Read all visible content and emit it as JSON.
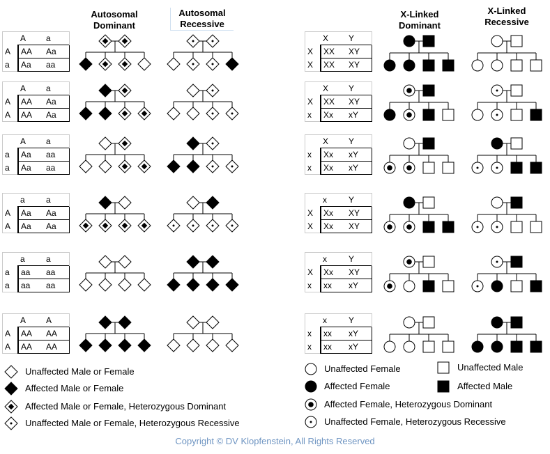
{
  "headers": {
    "autosomal_dominant": [
      "Autosomal",
      "Dominant"
    ],
    "autosomal_recessive": [
      "Autosomal",
      "Recessive"
    ],
    "x_linked_dominant": [
      "X-Linked",
      "Dominant"
    ],
    "x_linked_recessive": [
      "X-Linked",
      "Recessive"
    ]
  },
  "autosomal_rows": [
    {
      "punnett": {
        "top": [
          "A",
          "a"
        ],
        "side": [
          "A",
          "a"
        ],
        "cells": [
          [
            "AA",
            "Aa"
          ],
          [
            "Aa",
            "aa"
          ]
        ]
      },
      "dominant": {
        "parents": [
          "het",
          "het"
        ],
        "children": [
          "aff",
          "het",
          "het",
          "unaff"
        ]
      },
      "recessive": {
        "parents": [
          "carrier",
          "carrier"
        ],
        "children": [
          "unaff",
          "carrier",
          "carrier",
          "aff"
        ]
      }
    },
    {
      "punnett": {
        "top": [
          "A",
          "a"
        ],
        "side": [
          "A",
          "A"
        ],
        "cells": [
          [
            "AA",
            "Aa"
          ],
          [
            "AA",
            "Aa"
          ]
        ]
      },
      "dominant": {
        "parents": [
          "aff",
          "het"
        ],
        "children": [
          "aff",
          "aff",
          "het",
          "het"
        ]
      },
      "recessive": {
        "parents": [
          "unaff",
          "carrier"
        ],
        "children": [
          "unaff",
          "unaff",
          "carrier",
          "carrier"
        ]
      }
    },
    {
      "punnett": {
        "top": [
          "A",
          "a"
        ],
        "side": [
          "a",
          "a"
        ],
        "cells": [
          [
            "Aa",
            "aa"
          ],
          [
            "Aa",
            "aa"
          ]
        ]
      },
      "dominant": {
        "parents": [
          "unaff",
          "het"
        ],
        "children": [
          "unaff",
          "unaff",
          "het",
          "het"
        ]
      },
      "recessive": {
        "parents": [
          "aff",
          "carrier"
        ],
        "children": [
          "aff",
          "aff",
          "carrier",
          "carrier"
        ]
      }
    },
    {
      "punnett": {
        "top": [
          "a",
          "a"
        ],
        "side": [
          "A",
          "A"
        ],
        "cells": [
          [
            "Aa",
            "Aa"
          ],
          [
            "Aa",
            "Aa"
          ]
        ]
      },
      "dominant": {
        "parents": [
          "aff",
          "unaff"
        ],
        "children": [
          "het",
          "het",
          "het",
          "het"
        ]
      },
      "recessive": {
        "parents": [
          "unaff",
          "aff"
        ],
        "children": [
          "carrier",
          "carrier",
          "carrier",
          "carrier"
        ]
      }
    },
    {
      "punnett": {
        "top": [
          "a",
          "a"
        ],
        "side": [
          "a",
          "a"
        ],
        "cells": [
          [
            "aa",
            "aa"
          ],
          [
            "aa",
            "aa"
          ]
        ]
      },
      "dominant": {
        "parents": [
          "unaff",
          "unaff"
        ],
        "children": [
          "unaff",
          "unaff",
          "unaff",
          "unaff"
        ]
      },
      "recessive": {
        "parents": [
          "aff",
          "aff"
        ],
        "children": [
          "aff",
          "aff",
          "aff",
          "aff"
        ]
      }
    },
    {
      "punnett": {
        "top": [
          "A",
          "A"
        ],
        "side": [
          "A",
          "A"
        ],
        "cells": [
          [
            "AA",
            "AA"
          ],
          [
            "AA",
            "AA"
          ]
        ]
      },
      "dominant": {
        "parents": [
          "aff",
          "aff"
        ],
        "children": [
          "aff",
          "aff",
          "aff",
          "aff"
        ]
      },
      "recessive": {
        "parents": [
          "unaff",
          "unaff"
        ],
        "children": [
          "unaff",
          "unaff",
          "unaff",
          "unaff"
        ]
      }
    }
  ],
  "xlinked_rows": [
    {
      "punnett": {
        "top": [
          "X",
          "Y"
        ],
        "side": [
          "X",
          "X"
        ],
        "cells": [
          [
            "XX",
            "XY"
          ],
          [
            "XX",
            "XY"
          ]
        ]
      },
      "dominant": {
        "parents": [
          "aff",
          "aff"
        ],
        "children": [
          "aff",
          "aff",
          "aff",
          "aff"
        ]
      },
      "recessive": {
        "parents": [
          "unaff",
          "unaff"
        ],
        "children": [
          "unaff",
          "unaff",
          "unaff",
          "unaff"
        ]
      }
    },
    {
      "punnett": {
        "top": [
          "X",
          "Y"
        ],
        "side": [
          "X",
          "x"
        ],
        "cells": [
          [
            "XX",
            "XY"
          ],
          [
            "Xx",
            "xY"
          ]
        ]
      },
      "dominant": {
        "parents": [
          "het",
          "aff"
        ],
        "children": [
          "aff",
          "het",
          "aff",
          "unaff"
        ]
      },
      "recessive": {
        "parents": [
          "carrier",
          "unaff"
        ],
        "children": [
          "unaff",
          "carrier",
          "unaff",
          "aff"
        ]
      }
    },
    {
      "punnett": {
        "top": [
          "X",
          "Y"
        ],
        "side": [
          "x",
          "x"
        ],
        "cells": [
          [
            "Xx",
            "xY"
          ],
          [
            "Xx",
            "xY"
          ]
        ]
      },
      "dominant": {
        "parents": [
          "unaff",
          "aff"
        ],
        "children": [
          "het",
          "het",
          "unaff",
          "unaff"
        ]
      },
      "recessive": {
        "parents": [
          "aff",
          "unaff"
        ],
        "children": [
          "carrier",
          "carrier",
          "aff",
          "aff"
        ]
      }
    },
    {
      "punnett": {
        "top": [
          "x",
          "Y"
        ],
        "side": [
          "X",
          "X"
        ],
        "cells": [
          [
            "Xx",
            "XY"
          ],
          [
            "Xx",
            "XY"
          ]
        ]
      },
      "dominant": {
        "parents": [
          "aff",
          "unaff"
        ],
        "children": [
          "het",
          "het",
          "aff",
          "aff"
        ]
      },
      "recessive": {
        "parents": [
          "unaff",
          "aff"
        ],
        "children": [
          "carrier",
          "carrier",
          "unaff",
          "unaff"
        ]
      }
    },
    {
      "punnett": {
        "top": [
          "x",
          "Y"
        ],
        "side": [
          "X",
          "x"
        ],
        "cells": [
          [
            "Xx",
            "XY"
          ],
          [
            "xx",
            "xY"
          ]
        ]
      },
      "dominant": {
        "parents": [
          "het",
          "unaff"
        ],
        "children": [
          "het",
          "unaff",
          "aff",
          "unaff"
        ]
      },
      "recessive": {
        "parents": [
          "carrier",
          "aff"
        ],
        "children": [
          "carrier",
          "aff",
          "unaff",
          "aff"
        ]
      }
    },
    {
      "punnett": {
        "top": [
          "x",
          "Y"
        ],
        "side": [
          "x",
          "x"
        ],
        "cells": [
          [
            "xx",
            "xY"
          ],
          [
            "xx",
            "xY"
          ]
        ]
      },
      "dominant": {
        "parents": [
          "unaff",
          "unaff"
        ],
        "children": [
          "unaff",
          "unaff",
          "unaff",
          "unaff"
        ]
      },
      "recessive": {
        "parents": [
          "aff",
          "aff"
        ],
        "children": [
          "aff",
          "aff",
          "aff",
          "aff"
        ]
      }
    }
  ],
  "legend": {
    "autosomal": [
      {
        "symbol": "unaff",
        "label": "Unaffected Male or Female"
      },
      {
        "symbol": "aff",
        "label": "Affected Male or Female"
      },
      {
        "symbol": "het",
        "label": "Affected Male or Female, Heterozygous Dominant"
      },
      {
        "symbol": "carrier",
        "label": "Unaffected Male or Female, Heterozygous Recessive"
      }
    ],
    "xlinked": [
      {
        "symbol": "unaff_female",
        "label": "Unaffected Female"
      },
      {
        "symbol": "unaff_male",
        "label": "Unaffected Male"
      },
      {
        "symbol": "aff_female",
        "label": "Affected Female"
      },
      {
        "symbol": "aff_male",
        "label": "Affected Male"
      },
      {
        "symbol": "het_female",
        "label": "Affected Female, Heterozygous Dominant"
      },
      {
        "symbol": "carrier_female",
        "label": "Unaffected Female, Heterozygous Recessive"
      }
    ]
  },
  "copyright": "Copyright © DV Klopfenstein, All Rights Reserved",
  "colors": {
    "ink": "#000000",
    "grid": "#c9c9c9",
    "copyright": "#6f95c2"
  }
}
